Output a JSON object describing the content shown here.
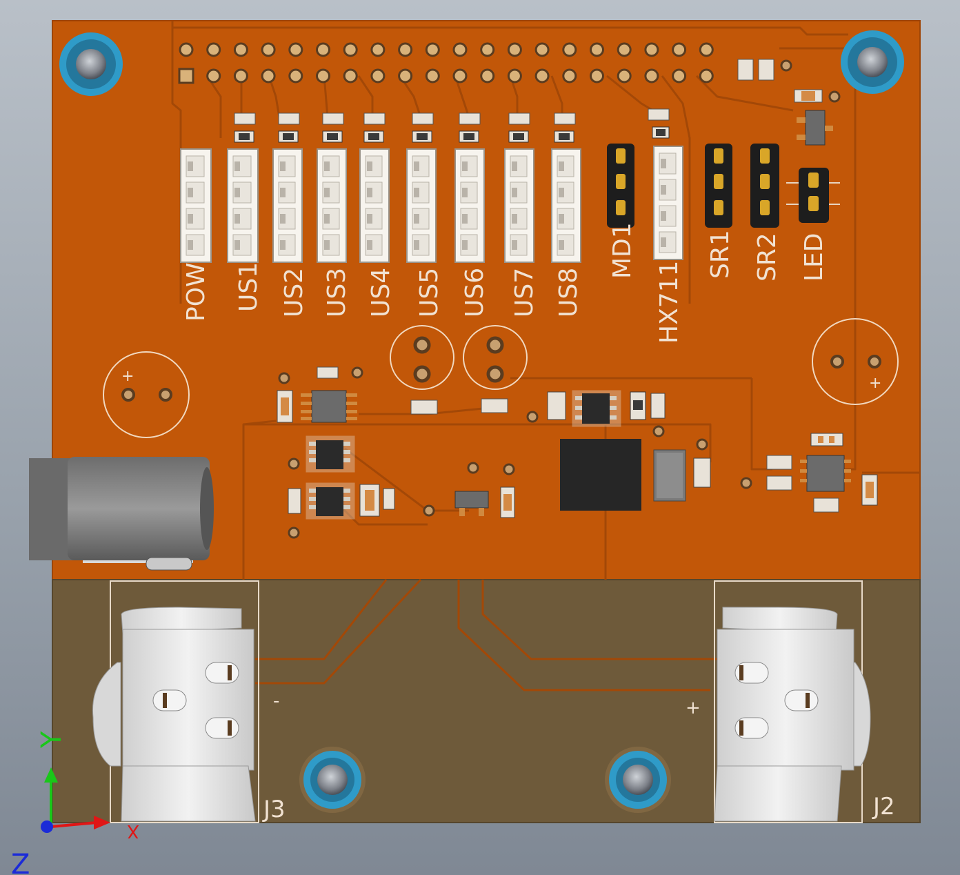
{
  "viewer": {
    "colors": {
      "board": "#c25708",
      "board_edge": "#9e4506",
      "battery_area": "#6e5a3a",
      "trace": "#a84a05",
      "silk": "#f1e2d2",
      "copper_ring": "#2f9bc8"
    }
  },
  "connectors": {
    "pow": "POW",
    "us1": "US1",
    "us2": "US2",
    "us3": "US3",
    "us4": "US4",
    "us5": "US5",
    "us6": "US6",
    "us7": "US7",
    "us8": "US8",
    "hx711": "HX711"
  },
  "headers": {
    "md1": "MD1",
    "sr1": "SR1",
    "sr2": "SR2",
    "led": "LED"
  },
  "battery": {
    "j3": "J3",
    "j2": "J2",
    "minus": "-",
    "plus": "+"
  },
  "capacitor_marks": {
    "left": "+",
    "right": "+"
  },
  "axes": {
    "y": "Y",
    "x": "X",
    "z": "Z"
  }
}
